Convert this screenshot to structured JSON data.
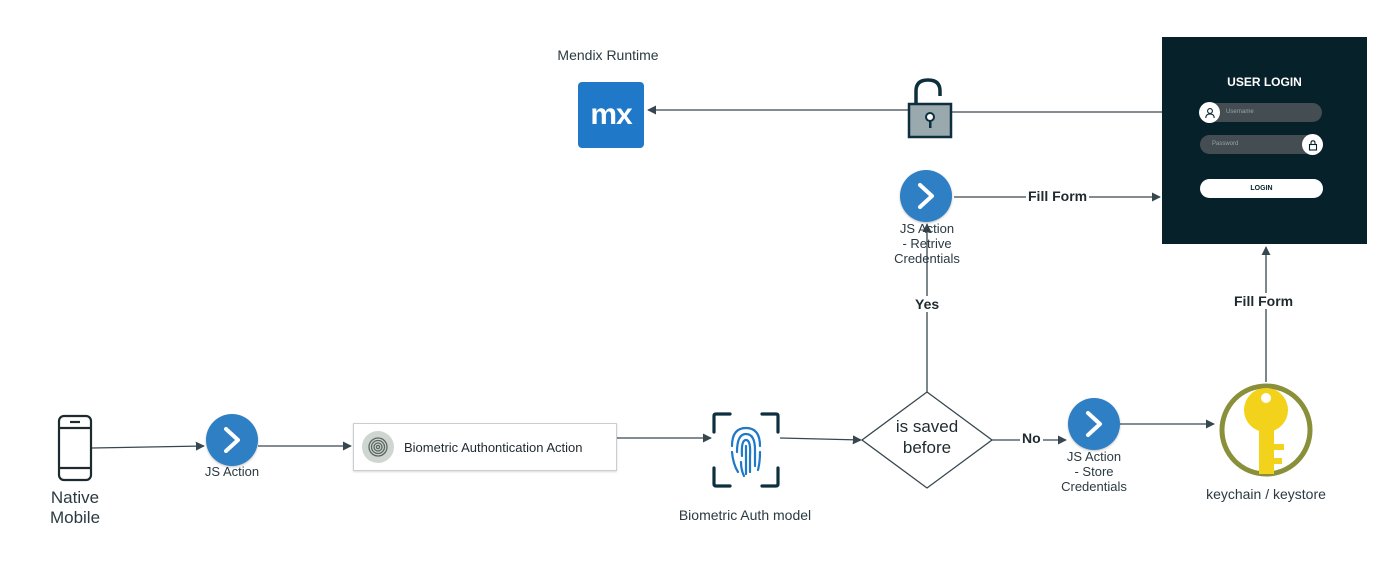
{
  "diagram": {
    "native_mobile": {
      "label": "Native\nMobile"
    },
    "js_action_1": {
      "label": "JS Action"
    },
    "biometric_action": {
      "label": "Biometric Authontication Action"
    },
    "biometric_model": {
      "label": "Biometric Auth model"
    },
    "decision": {
      "label": "is saved\nbefore"
    },
    "js_action_store": {
      "label": "JS Action\n- Store\nCredentials"
    },
    "js_action_retrive": {
      "label": "JS Action\n- Retrive\nCredentials"
    },
    "keychain": {
      "label": "keychain / keystore"
    },
    "mendix": {
      "label": "Mendix Runtime",
      "logo": "mx"
    },
    "edges": {
      "no": "No",
      "yes": "Yes",
      "fill_form_top": "Fill Form",
      "fill_form_right": "Fill Form"
    },
    "login_panel": {
      "title": "USER LOGIN",
      "username_placeholder": "Username",
      "password_placeholder": "Password",
      "button": "LOGIN"
    }
  },
  "colors": {
    "action_blue": "#2f7fc4",
    "mendix_blue": "#1f78c8",
    "panel_dark": "#07212b",
    "key_yellow": "#f2d21b",
    "key_ring": "#8a8f3a",
    "lock_body": "#9aa9ae"
  },
  "icons": [
    "mobile-phone-icon",
    "chevron-right-icon",
    "fingerprint-icon",
    "face-id-fingerprint-icon",
    "unlocked-padlock-icon",
    "key-icon",
    "user-icon",
    "lock-icon"
  ]
}
